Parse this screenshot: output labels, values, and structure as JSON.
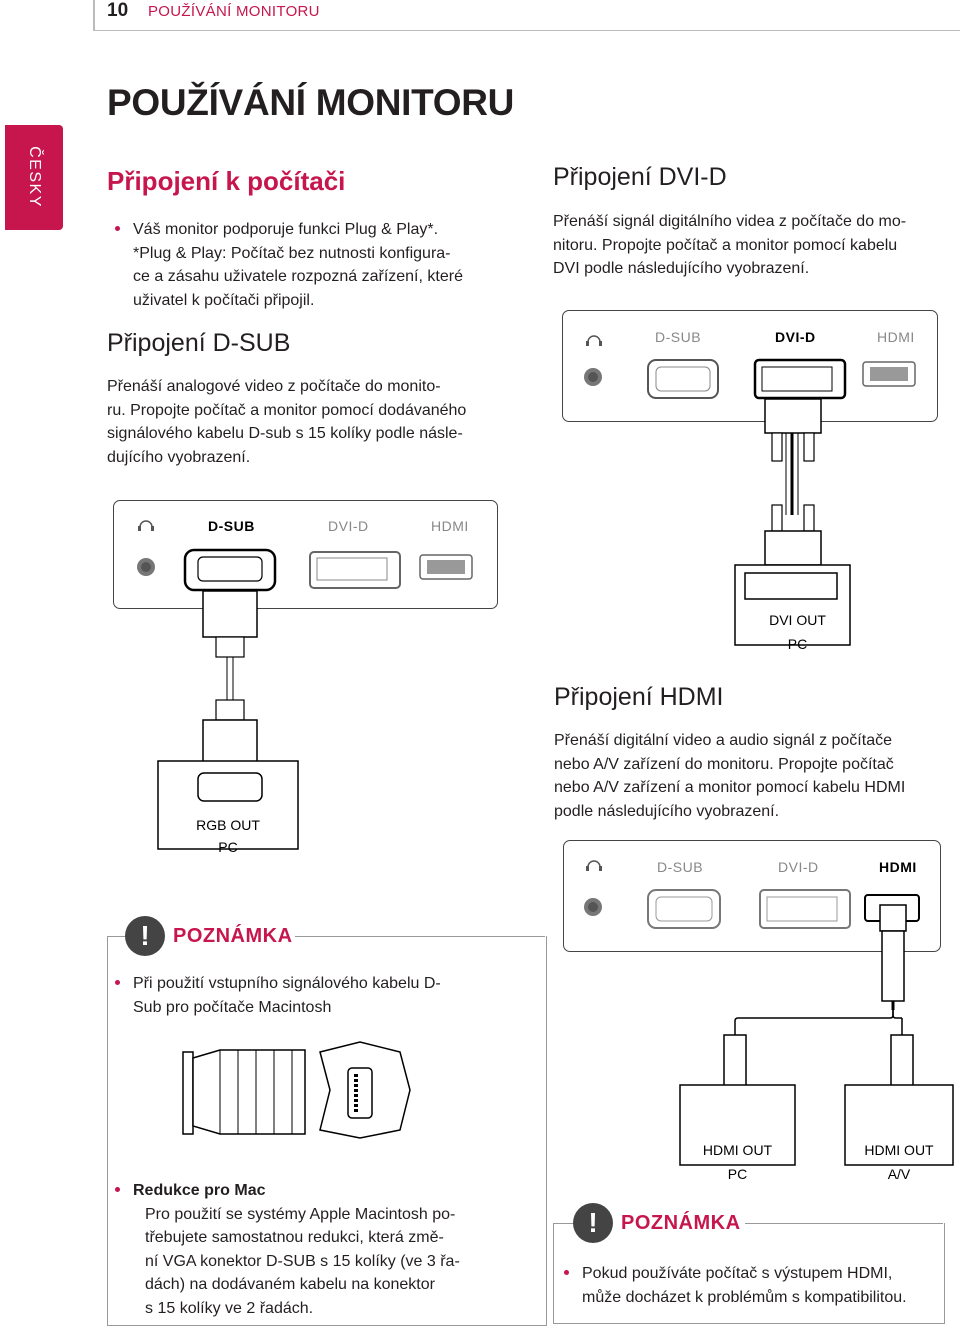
{
  "header": {
    "page_number": "10",
    "section": "POUŽÍVÁNÍ MONITORU"
  },
  "side_tab": "ČESKY",
  "title": "POUŽÍVÁNÍ MONITORU",
  "pc_section": {
    "title": "Připojení k počítači",
    "bullet": "Váš monitor podporuje funkci Plug & Play*.",
    "lines": [
      "*Plug & Play: Počítač bez nutnosti konfigura-",
      "ce a zásahu uživatele rozpozná zařízení, které",
      "uživatel k počítači připojil."
    ]
  },
  "dsub": {
    "title": "Připojení D-SUB",
    "lines": [
      "Přenáší analogové video z počítače do monito-",
      "ru. Propojte počítač a monitor pomocí dodávaného",
      "signálového kabelu D-sub s 15 kolíky podle násle-",
      "dujícího vyobrazení."
    ],
    "port_labels": {
      "dsub": "D-SUB",
      "dvid": "DVI-D",
      "hdmi": "HDMI"
    },
    "device": {
      "out": "RGB OUT",
      "pc": "PC"
    }
  },
  "dvi": {
    "title": "Připojení DVI-D",
    "lines": [
      "Přenáší signál digitálního videa z počítače do mo-",
      "nitoru. Propojte počítač a monitor pomocí kabelu",
      "DVI podle následujícího vyobrazení."
    ],
    "port_labels": {
      "dsub": "D-SUB",
      "dvid": "DVI-D",
      "hdmi": "HDMI"
    },
    "device": {
      "out": "DVI OUT",
      "pc": "PC"
    }
  },
  "hdmi": {
    "title": "Připojení HDMI",
    "lines": [
      "Přenáší digitální video a audio signál z počítače",
      "nebo A/V zařízení do monitoru. Propojte počítač",
      "nebo A/V zařízení a monitor pomocí kabelu HDMI",
      "podle následujícího vyobrazení."
    ],
    "port_labels": {
      "dsub": "D-SUB",
      "dvid": "DVI-D",
      "hdmi": "HDMI"
    },
    "device_pc": {
      "out": "HDMI OUT",
      "label": "PC"
    },
    "device_av": {
      "out": "HDMI OUT",
      "label": "A/V"
    }
  },
  "note_left": {
    "heading": "POZNÁMKA",
    "bullet_lines": [
      "Při použití vstupního signálového kabelu D-",
      "Sub pro počítače Macintosh"
    ],
    "mac_title": "Redukce pro Mac",
    "mac_lines": [
      "Pro použití se systémy Apple Macintosh po-",
      "třebujete samostatnou redukci, která změ-",
      "ní VGA konektor D-SUB s 15 kolíky (ve 3  řa-",
      "dách) na dodávaném kabelu na konektor",
      "s 15 kolíky ve 2 řadách."
    ]
  },
  "note_right": {
    "heading": "POZNÁMKA",
    "lines": [
      "Pokud používáte počítač s výstupem HDMI,",
      "může docházet k problémům s kompatibilitou."
    ]
  }
}
